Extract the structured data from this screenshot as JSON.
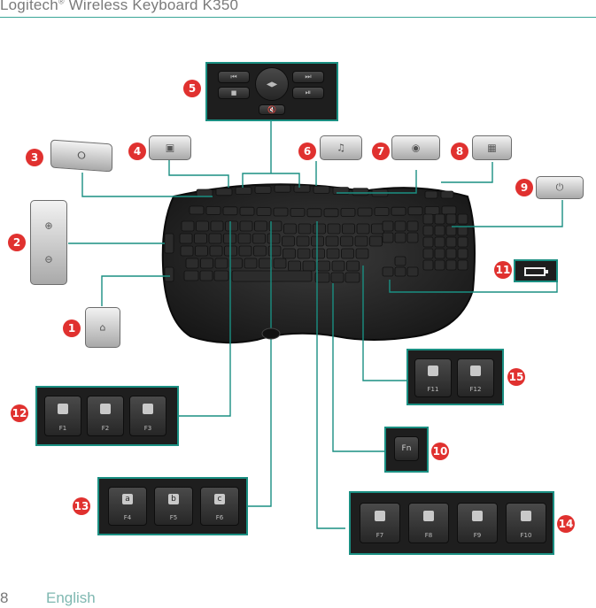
{
  "header": {
    "title": "Logitech",
    "reg": "®",
    "title_rest": " Wireless Keyboard K350"
  },
  "footer": {
    "page_number": "8",
    "language": "English"
  },
  "callouts": [
    "1",
    "2",
    "3",
    "4",
    "5",
    "6",
    "7",
    "8",
    "9",
    "10",
    "11",
    "12",
    "13",
    "14",
    "15"
  ],
  "fkeys_12": [
    "F1",
    "F2",
    "F3"
  ],
  "fkeys_13": [
    "F4",
    "F5",
    "F6"
  ],
  "fkeys_13_icons": [
    "a",
    "b",
    "c"
  ],
  "fkeys_14": [
    "F7",
    "F8",
    "F9",
    "F10"
  ],
  "fkeys_15": [
    "F11",
    "F12"
  ],
  "fn_key": "Fn",
  "colors": {
    "accent": "#1a8f82",
    "callout": "#e0312f"
  }
}
